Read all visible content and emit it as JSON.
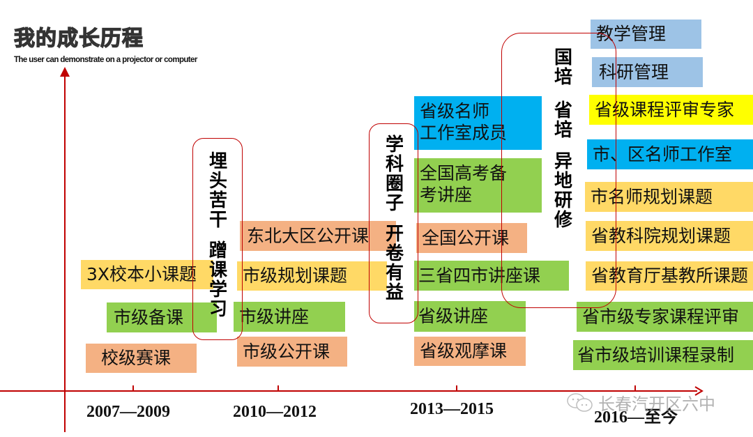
{
  "header": {
    "title": "我的成长历程",
    "subtitle": "The user can demonstrate on a projector or computer"
  },
  "timeline": {
    "periods": [
      "2007—2009",
      "2010—2012",
      "2013—2015",
      "2016—至今"
    ]
  },
  "phases": [
    {
      "label": "埋头苦干 蹭课学习",
      "chars": "埋头苦干"
    },
    {
      "label": "学科圈子 开卷有益"
    },
    {
      "label": "国培 省培 异地研修"
    }
  ],
  "vertical_texts": {
    "phase1_a": "埋头苦干",
    "phase1_b": "蹭课学习",
    "phase2_a": "学科圈子",
    "phase2_b": "开卷有益",
    "phase3_a": "国培",
    "phase3_b": "省培",
    "phase3_c": "异地研修"
  },
  "columns": {
    "c2007": [
      {
        "text": "3X校本小课题",
        "color": "#ffd966"
      },
      {
        "text": "市级备课",
        "color": "#92d050"
      },
      {
        "text": "校级赛课",
        "color": "#f4b183"
      }
    ],
    "c2010": [
      {
        "text": "东北大区公开课",
        "color": "#f4b183"
      },
      {
        "text": "市级规划课题",
        "color": "#ffd966"
      },
      {
        "text": "市级讲座",
        "color": "#92d050"
      },
      {
        "text": "市级公开课",
        "color": "#f4b183"
      }
    ],
    "c2013": [
      {
        "text": "省级名师工作室成员",
        "line1": "省级名师",
        "line2": "工作室成员",
        "color": "#00b0f0"
      },
      {
        "text": "全国高考备考讲座",
        "line1": "全国高考备",
        "line2": "考讲座",
        "color": "#92d050"
      },
      {
        "text": "全国公开课",
        "color": "#f4b183"
      },
      {
        "text": "三省四市讲座课",
        "color": "#92d050"
      },
      {
        "text": "省级讲座",
        "color": "#92d050"
      },
      {
        "text": "省级观摩课",
        "color": "#f4b183"
      }
    ],
    "c2016": [
      {
        "text": "教学管理",
        "color": "#9dc3e6"
      },
      {
        "text": "科研管理",
        "color": "#9dc3e6"
      },
      {
        "text": "省级课程评审专家",
        "color": "#ffff00"
      },
      {
        "text": "市、区名师工作室",
        "color": "#00b0f0"
      },
      {
        "text": "市名师规划课题",
        "color": "#ffd966"
      },
      {
        "text": "省教科院规划课题",
        "color": "#ffd966"
      },
      {
        "text": "省教育厅基教所课题",
        "color": "#ffd966"
      },
      {
        "text": "省市级专家课程评审",
        "color": "#92d050"
      },
      {
        "text": "省市级培训课程录制",
        "color": "#92d050"
      }
    ]
  },
  "watermark": {
    "icon": "wechat-icon",
    "text": "长春汽开区六中"
  },
  "colors": {
    "axis": "#c00000",
    "salmon": "#f4b183",
    "gold": "#ffd966",
    "green": "#92d050",
    "blue": "#00b0f0",
    "light_blue": "#9dc3e6",
    "yellow": "#ffff00"
  }
}
